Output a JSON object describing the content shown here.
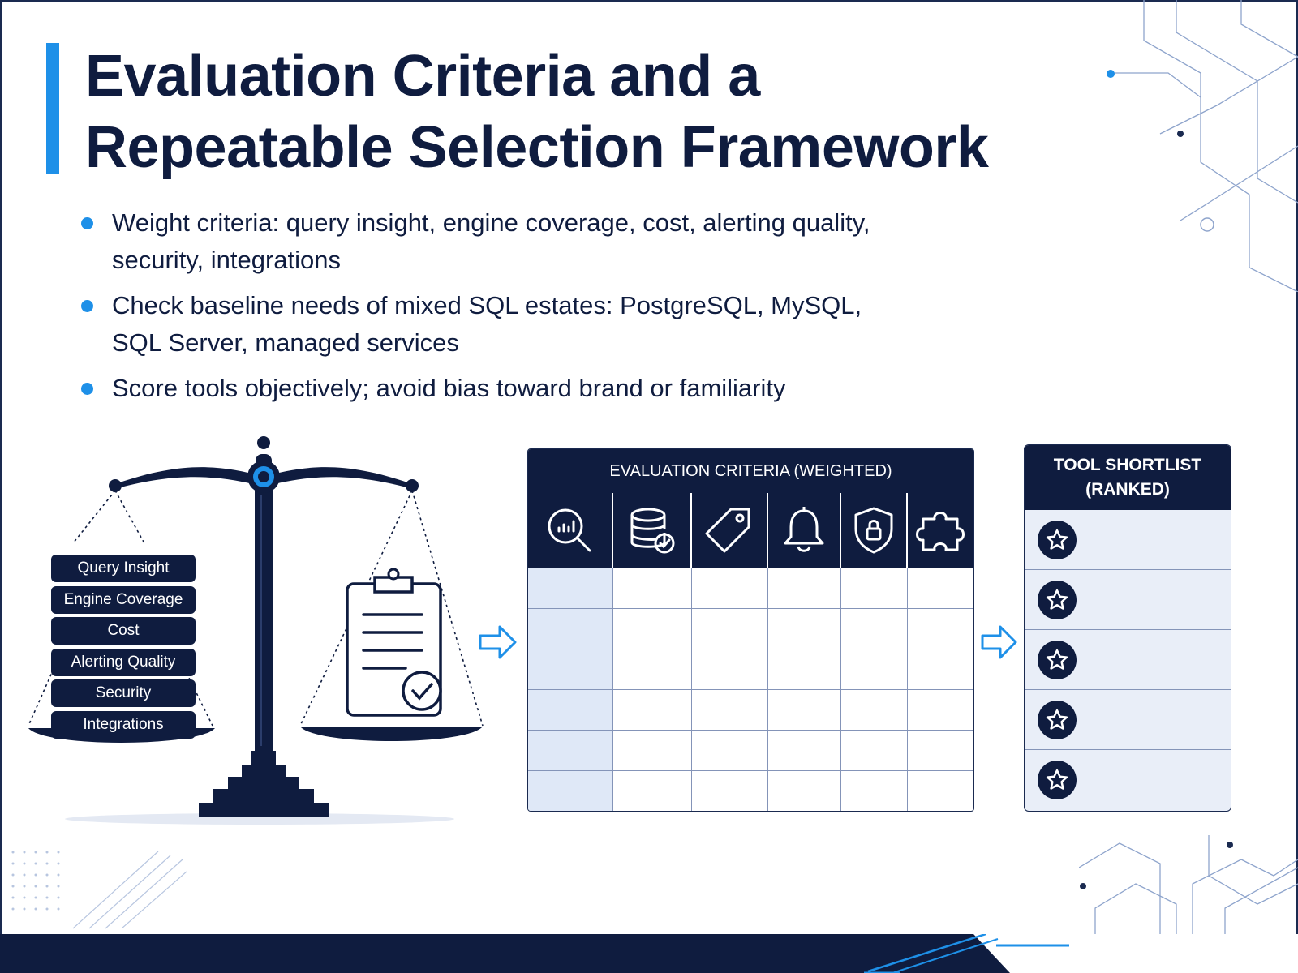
{
  "title": "Evaluation Criteria and a Repeatable Selection Framework",
  "bullets": [
    "Weight criteria: query insight, engine coverage, cost, alerting quality, security, integrations",
    "Check baseline needs of mixed SQL estates: PostgreSQL, MySQL, SQL Server, managed services",
    "Score tools objectively; avoid bias toward brand or familiarity"
  ],
  "criteria_labels": [
    "Query Insight",
    "Engine Coverage",
    "Cost",
    "Alerting Quality",
    "Security",
    "Integrations"
  ],
  "evaluation_table": {
    "header": "EVALUATION CRITERIA (WEIGHTED)",
    "column_icons": [
      "search-chart-icon",
      "database-check-icon",
      "price-tag-icon",
      "bell-icon",
      "shield-lock-icon",
      "puzzle-icon"
    ],
    "row_count": 6
  },
  "shortlist": {
    "header_line1": "TOOL SHORTLIST",
    "header_line2": "(RANKED)",
    "row_count": 5,
    "row_icon": "star-icon"
  },
  "colors": {
    "navy": "#0f1c3f",
    "accent_blue": "#1e90e8",
    "light_fill": "#dfe8f7"
  }
}
